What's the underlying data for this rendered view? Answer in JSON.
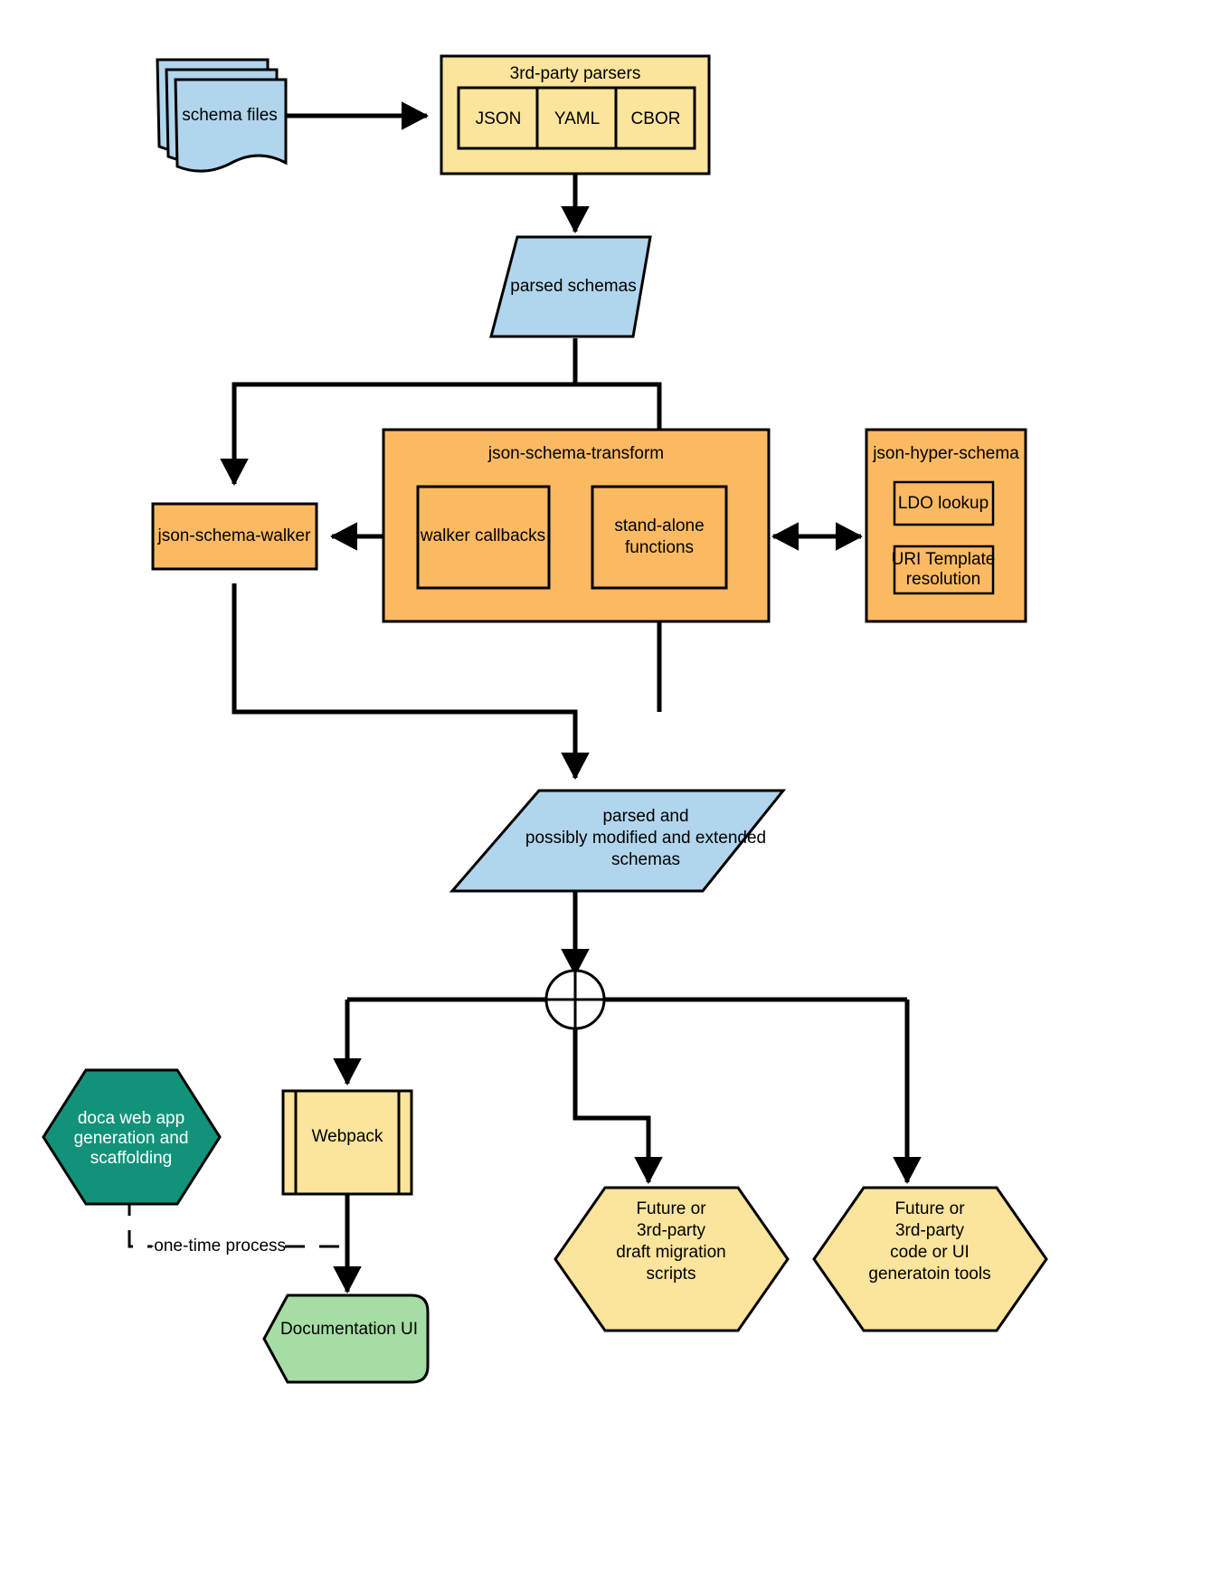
{
  "diagram": {
    "title": "json-schema-tools architecture flow",
    "colors": {
      "blue": "#b1d5ec",
      "yellow": "#fbe49b",
      "orange": "#fbb962",
      "green_light": "#a5dda5",
      "green_dark": "#13927a",
      "stroke": "#000000",
      "white": "#ffffff"
    },
    "nodes": {
      "schema_files": {
        "label": "schema files",
        "shape": "document-stack",
        "color": "#b1d5ec"
      },
      "third_party_parsers": {
        "label": "3rd-party parsers",
        "shape": "container",
        "color": "#fbe49b",
        "children": [
          {
            "label": "JSON"
          },
          {
            "label": "YAML"
          },
          {
            "label": "CBOR"
          }
        ]
      },
      "parsed_schemas": {
        "label": "parsed schemas",
        "shape": "parallelogram",
        "color": "#b1d5ec"
      },
      "json_schema_walker": {
        "label": "json-schema-walker",
        "shape": "rect",
        "color": "#fbb962"
      },
      "json_schema_transform": {
        "label": "json-schema-transform",
        "shape": "container",
        "color": "#fbb962",
        "children": [
          {
            "label": "walker callbacks"
          },
          {
            "label_line1": "stand-alone",
            "label_line2": "functions"
          }
        ]
      },
      "json_hyper_schema": {
        "label": "json-hyper-schema",
        "shape": "container",
        "color": "#fbb962",
        "children": [
          {
            "label": "LDO lookup"
          },
          {
            "label_line1": "URI Template",
            "label_line2": "resolution"
          }
        ]
      },
      "parsed_modified_schemas": {
        "shape": "parallelogram",
        "color": "#b1d5ec",
        "label_line1": "parsed and",
        "label_line2": "possibly modified and extended",
        "label_line3": "schemas"
      },
      "fan_out_junction": {
        "label": "",
        "shape": "circle-cross"
      },
      "doca_web_app": {
        "shape": "hexagon",
        "color": "#13927a",
        "text_color": "#ffffff",
        "label_line1": "doca web app",
        "label_line2": "generation and",
        "label_line3": "scaffolding"
      },
      "webpack": {
        "label": "Webpack",
        "shape": "predefined-process",
        "color": "#fbe49b"
      },
      "documentation_ui": {
        "label": "Documentation UI",
        "shape": "document",
        "color": "#a5dda5"
      },
      "future_draft_migration": {
        "shape": "hexagon",
        "color": "#fbe49b",
        "label_line1": "Future or",
        "label_line2": "3rd-party",
        "label_line3": "draft migration",
        "label_line4": "scripts"
      },
      "future_code_ui_tools": {
        "shape": "hexagon",
        "color": "#fbe49b",
        "label_line1": "Future or",
        "label_line2": "3rd-party",
        "label_line3": "code or UI",
        "label_line4": "generatoin tools"
      }
    },
    "edge_labels": {
      "one_time_process": "-one-time process"
    }
  }
}
